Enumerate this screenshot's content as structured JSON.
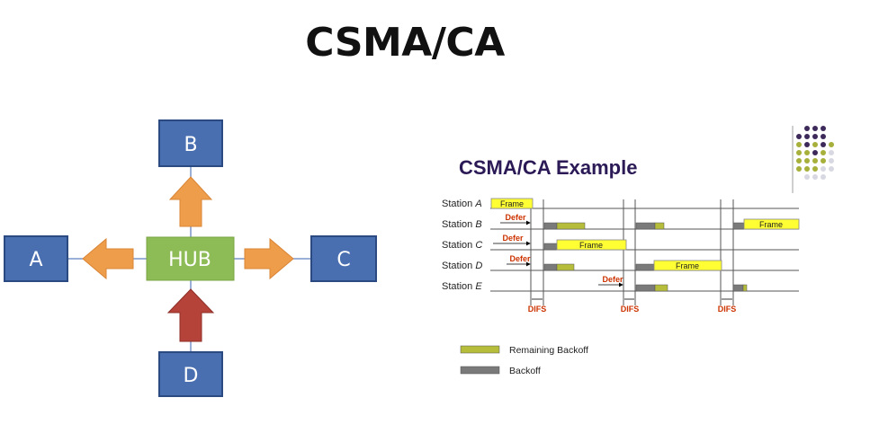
{
  "title": "CSMA/CA",
  "hub_diagram": {
    "hub_label": "HUB",
    "stations": {
      "a": "A",
      "b": "B",
      "c": "C",
      "d": "D"
    },
    "colors": {
      "station": "#4a6fb0",
      "station_border": "#2b4a82",
      "hub": "#8dbb55",
      "arrow_out": "#ee9d4b",
      "arrow_in": "#b5433a"
    }
  },
  "example": {
    "title": "CSMA/CA Example",
    "stations": [
      {
        "label": "Station ",
        "letter": "A"
      },
      {
        "label": "Station ",
        "letter": "B"
      },
      {
        "label": "Station ",
        "letter": "C"
      },
      {
        "label": "Station ",
        "letter": "D"
      },
      {
        "label": "Station ",
        "letter": "E"
      }
    ],
    "frame_label": "Frame",
    "defer_label": "Defer",
    "difs_label": "DIFS",
    "legend": {
      "remaining_backoff": "Remaining Backoff",
      "backoff": "Backoff"
    },
    "colors": {
      "frame": "#ffff33",
      "remaining_backoff": "#b5bd3a",
      "backoff": "#7a7a7a",
      "title": "#2b1a55",
      "defer": "#cc3300",
      "dots_dark": "#3d2a5a",
      "dots_olive": "#a6b03a",
      "dots_light": "#d8d8e2"
    }
  }
}
